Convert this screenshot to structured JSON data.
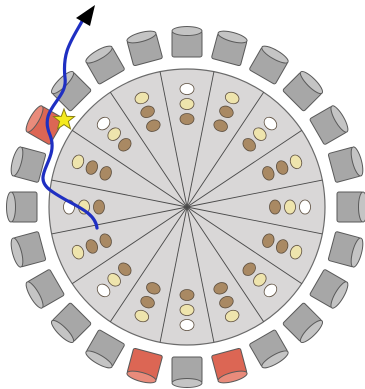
{
  "diagram": {
    "sectors": 16,
    "outer_ring_blocks": 24,
    "highlighted_blocks": 3,
    "path_color": "#1f2fc2",
    "star_color": "#f5ea1d",
    "disk_color": "#d9d7d7",
    "block_color": "#a7a7a7",
    "highlight_block_color": "#dc6654",
    "bead_dark_color": "#a98963",
    "bead_light_color": "#eee4ad"
  }
}
